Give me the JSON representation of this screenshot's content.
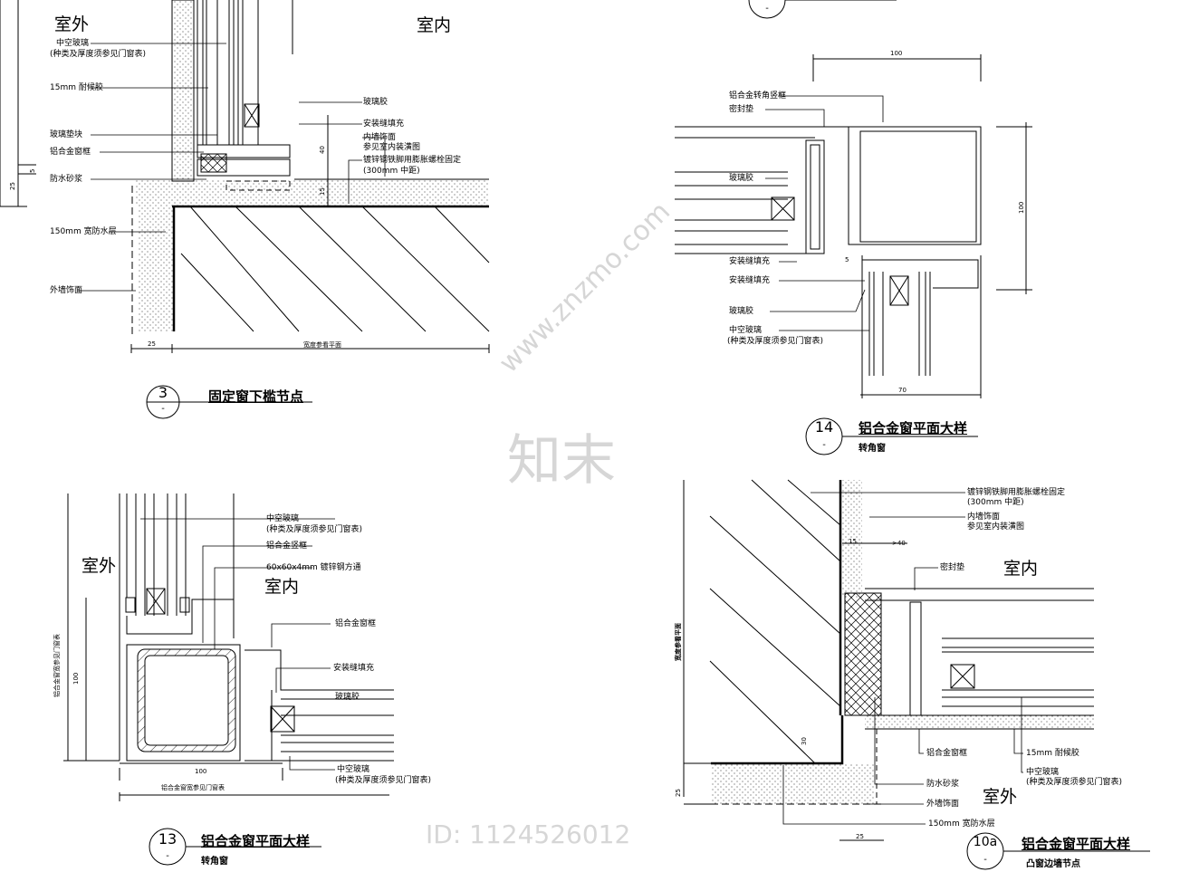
{
  "detail_3": {
    "outdoor": "室外",
    "indoor": "室内",
    "labels_left": [
      "中空玻璃",
      "(种类及厚度须参见门窗表)",
      "15mm 耐候胶",
      "玻璃垫块",
      "铝合金窗框",
      "防水砂浆",
      "150mm 宽防水层",
      "外墙饰面"
    ],
    "labels_right": [
      "玻璃胶",
      "安装缝填充",
      "内墙饰面",
      "参见室内装潢图",
      "镀锌钢铁脚用膨胀螺栓固定",
      "(300mm 中距)"
    ],
    "dims": [
      "25",
      "5",
      "40",
      "15",
      "25",
      "宽度参看平面"
    ],
    "number": "3",
    "sheet": "-",
    "title": "固定窗下槛节点"
  },
  "detail_14": {
    "labels": [
      "铝合金转角竖框",
      "密封垫",
      "玻璃胶",
      "安装缝填充",
      "安装缝填充",
      "玻璃胶",
      "中空玻璃",
      "(种类及厚度须参见门窗表)"
    ],
    "dims": [
      "100",
      "100",
      "5",
      "70"
    ],
    "top_sheet": "-",
    "number": "14",
    "sheet": "-",
    "title": "铝合金窗平面大样",
    "subtitle": "转角窗"
  },
  "detail_13": {
    "outdoor": "室外",
    "indoor": "室内",
    "labels": [
      "中空玻璃",
      "(种类及厚度须参见门窗表)",
      "铝合金竖框",
      "60x60x4mm 镀锌钢方通",
      "铝合金窗框",
      "安装缝填充",
      "玻璃胶",
      "中空玻璃",
      "(种类及厚度须参见门窗表)"
    ],
    "dims": [
      "铝合金窗宽参见门窗表",
      "100",
      "100",
      "铝合金窗宽参见门窗表"
    ],
    "number": "13",
    "sheet": "-",
    "title": "铝合金窗平面大样",
    "subtitle": "转角窗"
  },
  "detail_10a": {
    "indoor": "室内",
    "outdoor": "室外",
    "labels": [
      "镀锌钢铁脚用膨胀螺栓固定",
      "(300mm 中距)",
      "内墙饰面",
      "参见室内装潢图",
      "密封垫",
      "铝合金窗框",
      "15mm 耐候胶",
      "中空玻璃",
      "(种类及厚度须参见门窗表)",
      "防水砂浆",
      "外墙饰面",
      "150mm 宽防水层"
    ],
    "dims": [
      "15",
      ">40",
      "30",
      "25",
      "25",
      "宽度参看平面"
    ],
    "number": "10a",
    "sheet": "-",
    "title": "铝合金窗平面大样",
    "subtitle": "凸窗边墙节点"
  },
  "watermark": {
    "brand": "知末",
    "site": "www.znzmo.com",
    "id": "ID: 1124526012"
  }
}
